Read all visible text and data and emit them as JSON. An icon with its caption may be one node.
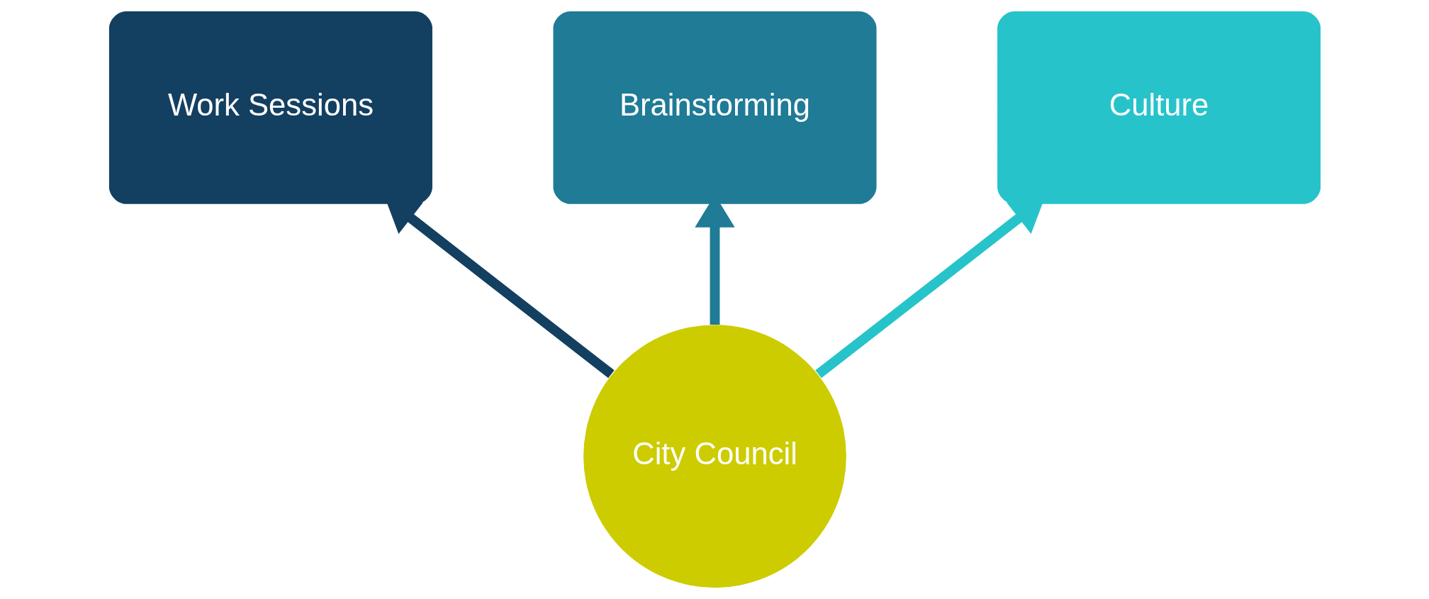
{
  "diagram": {
    "nodes": [
      {
        "text": [
          "Work Sessions"
        ]
      },
      {
        "text": [
          "Brainstorming"
        ]
      },
      {
        "text": [
          "Culture"
        ]
      },
      {
        "text": [
          "City Council"
        ]
      }
    ],
    "edges": [
      {
        "from": 3,
        "to": 0,
        "arrow": "to",
        "color": "#133f61"
      },
      {
        "from": 3,
        "to": 1,
        "arrow": "to",
        "color": "#1f7b96"
      },
      {
        "from": 3,
        "to": 2,
        "arrow": "to",
        "color": "#27c3cb"
      }
    ]
  }
}
